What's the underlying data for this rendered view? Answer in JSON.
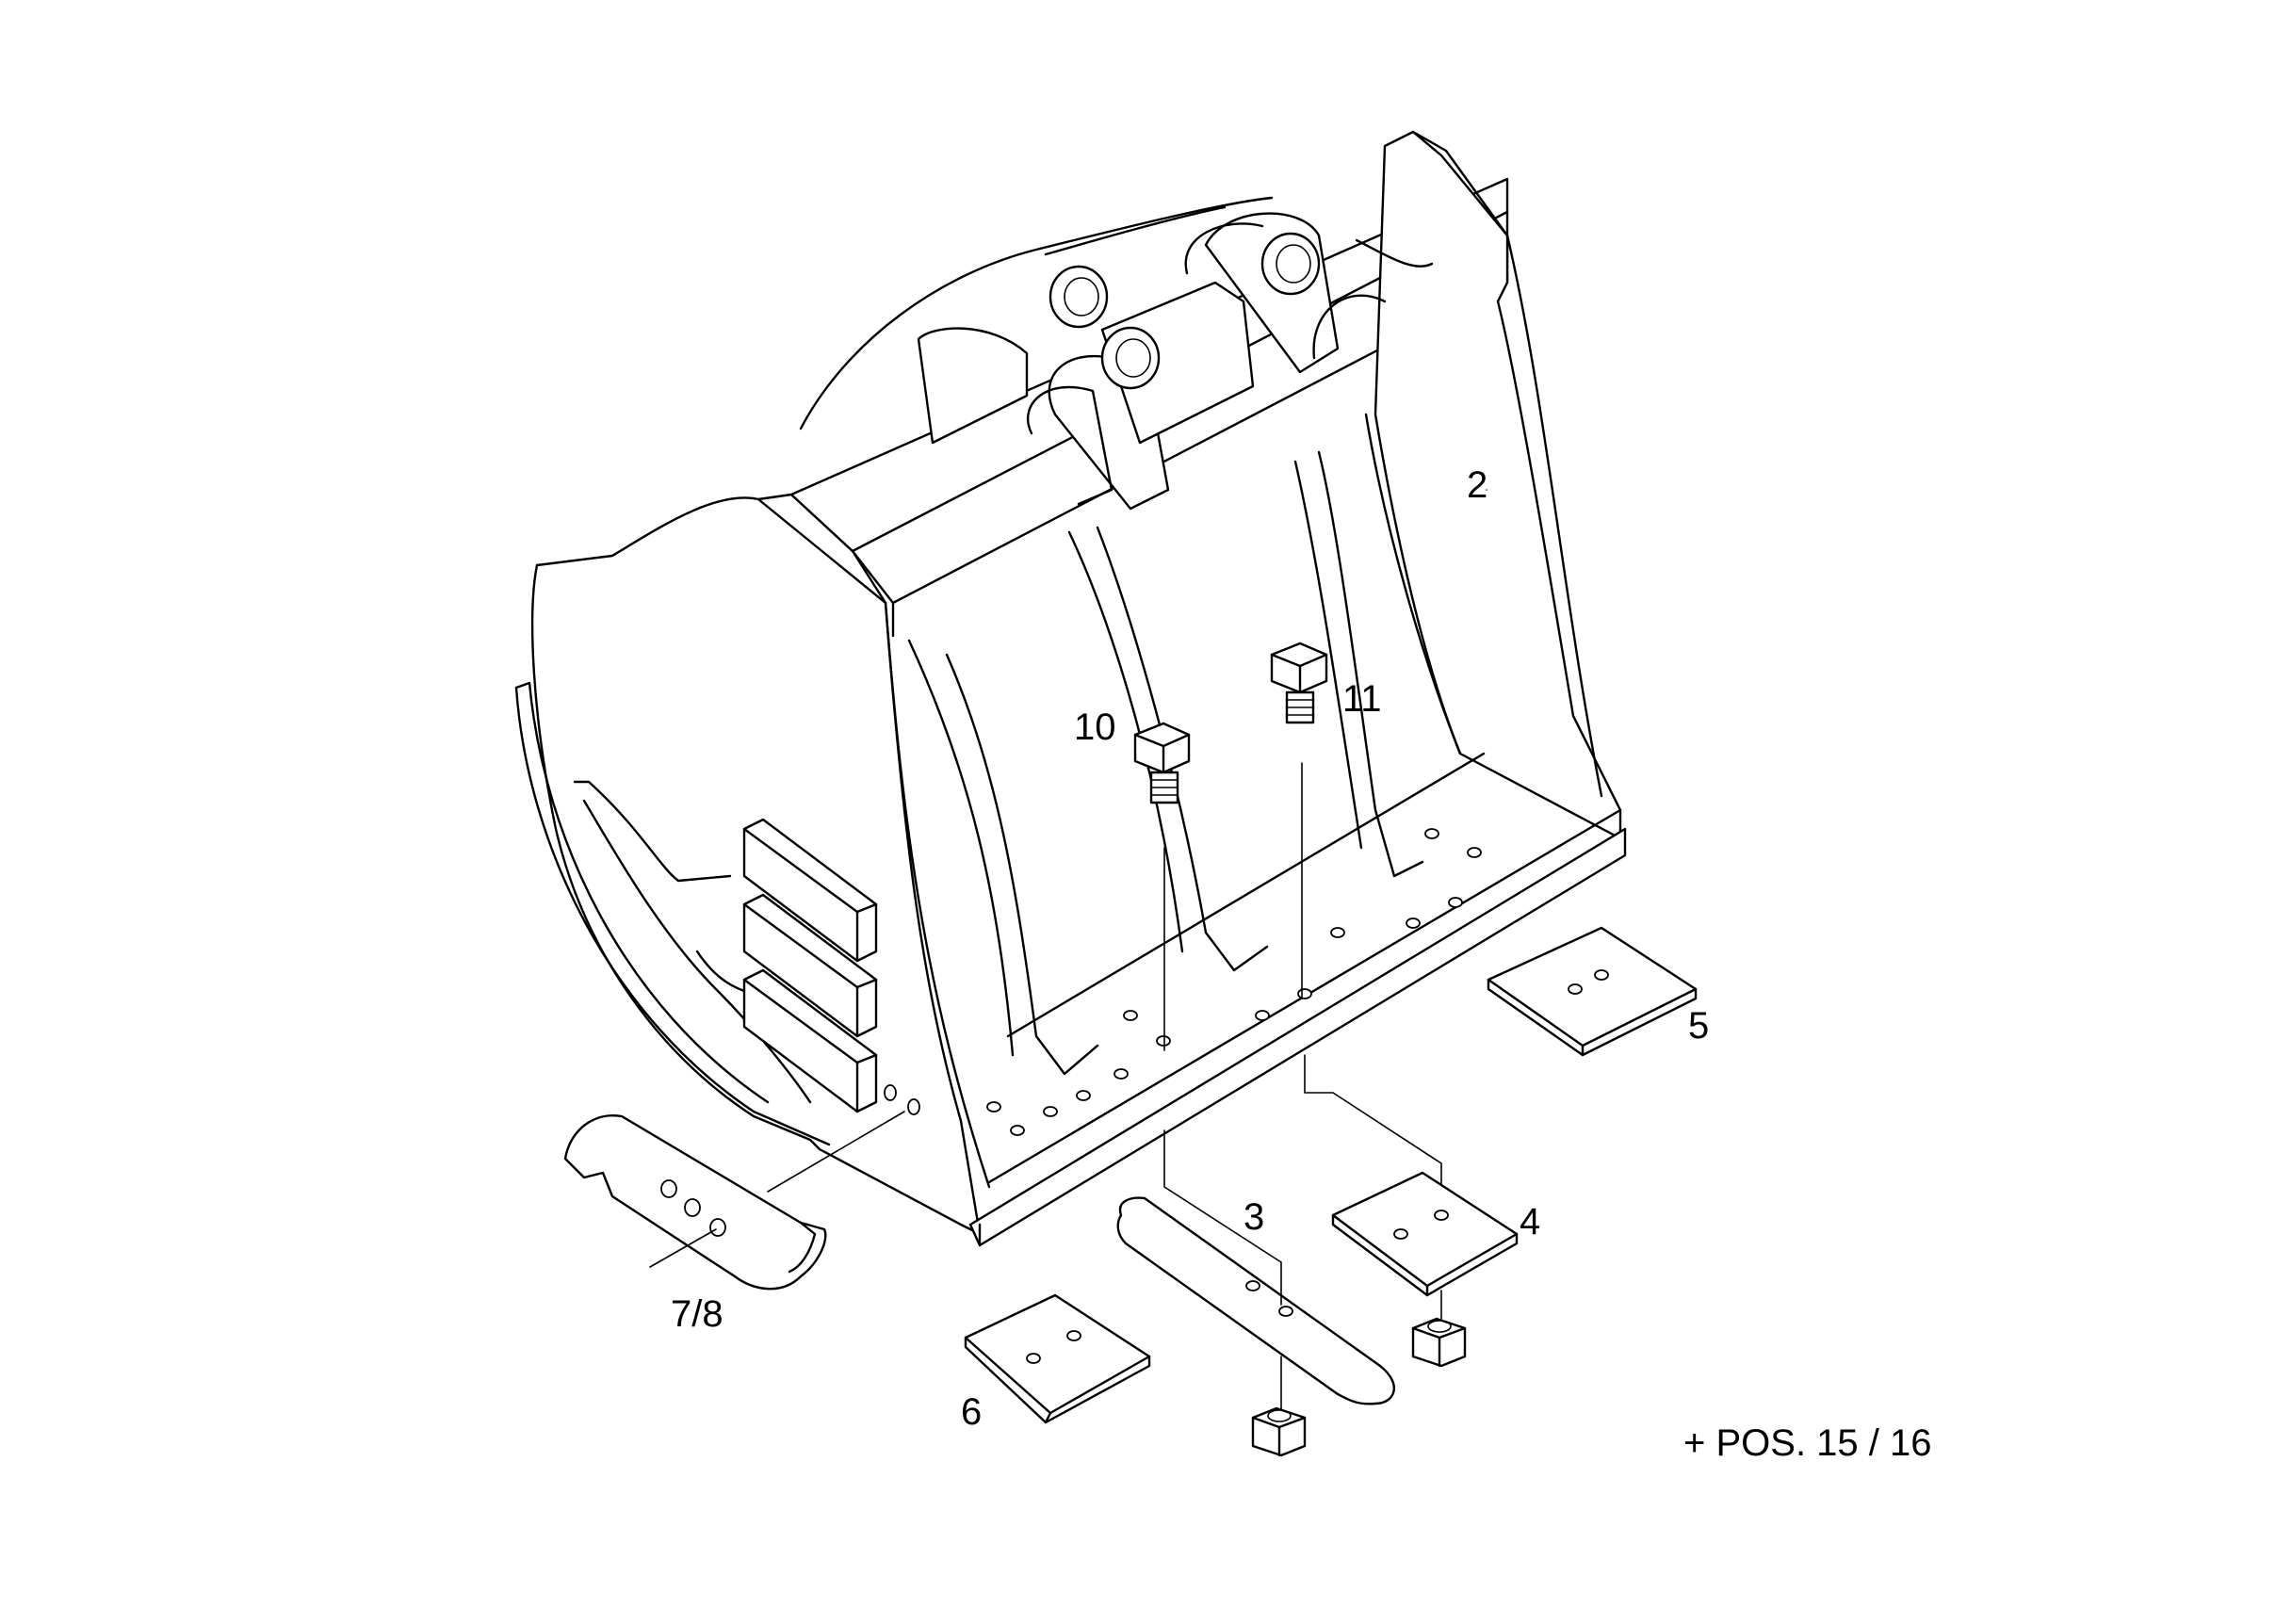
{
  "callouts": {
    "pos_2": "2",
    "pos_3": "3",
    "pos_4": "4",
    "pos_5": "5",
    "pos_6": "6",
    "pos_7_8": "7/8",
    "pos_10": "10",
    "pos_11": "11"
  },
  "footnote": "+ POS. 15 / 16"
}
